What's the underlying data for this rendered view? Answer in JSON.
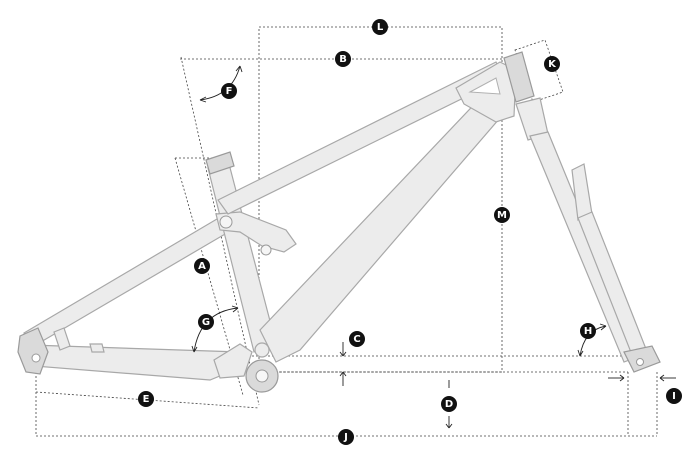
{
  "diagram": {
    "markers": {
      "A": "A",
      "B": "B",
      "C": "C",
      "D": "D",
      "E": "E",
      "F": "F",
      "G": "G",
      "H": "H",
      "I": "I",
      "J": "J",
      "K": "K",
      "L": "L",
      "M": "M"
    },
    "colors": {
      "frame_fill": "#ececec",
      "frame_outline": "#a8a8a8",
      "dimension_line": "#444444",
      "marker_fill": "#111111",
      "marker_text": "#ffffff"
    }
  }
}
